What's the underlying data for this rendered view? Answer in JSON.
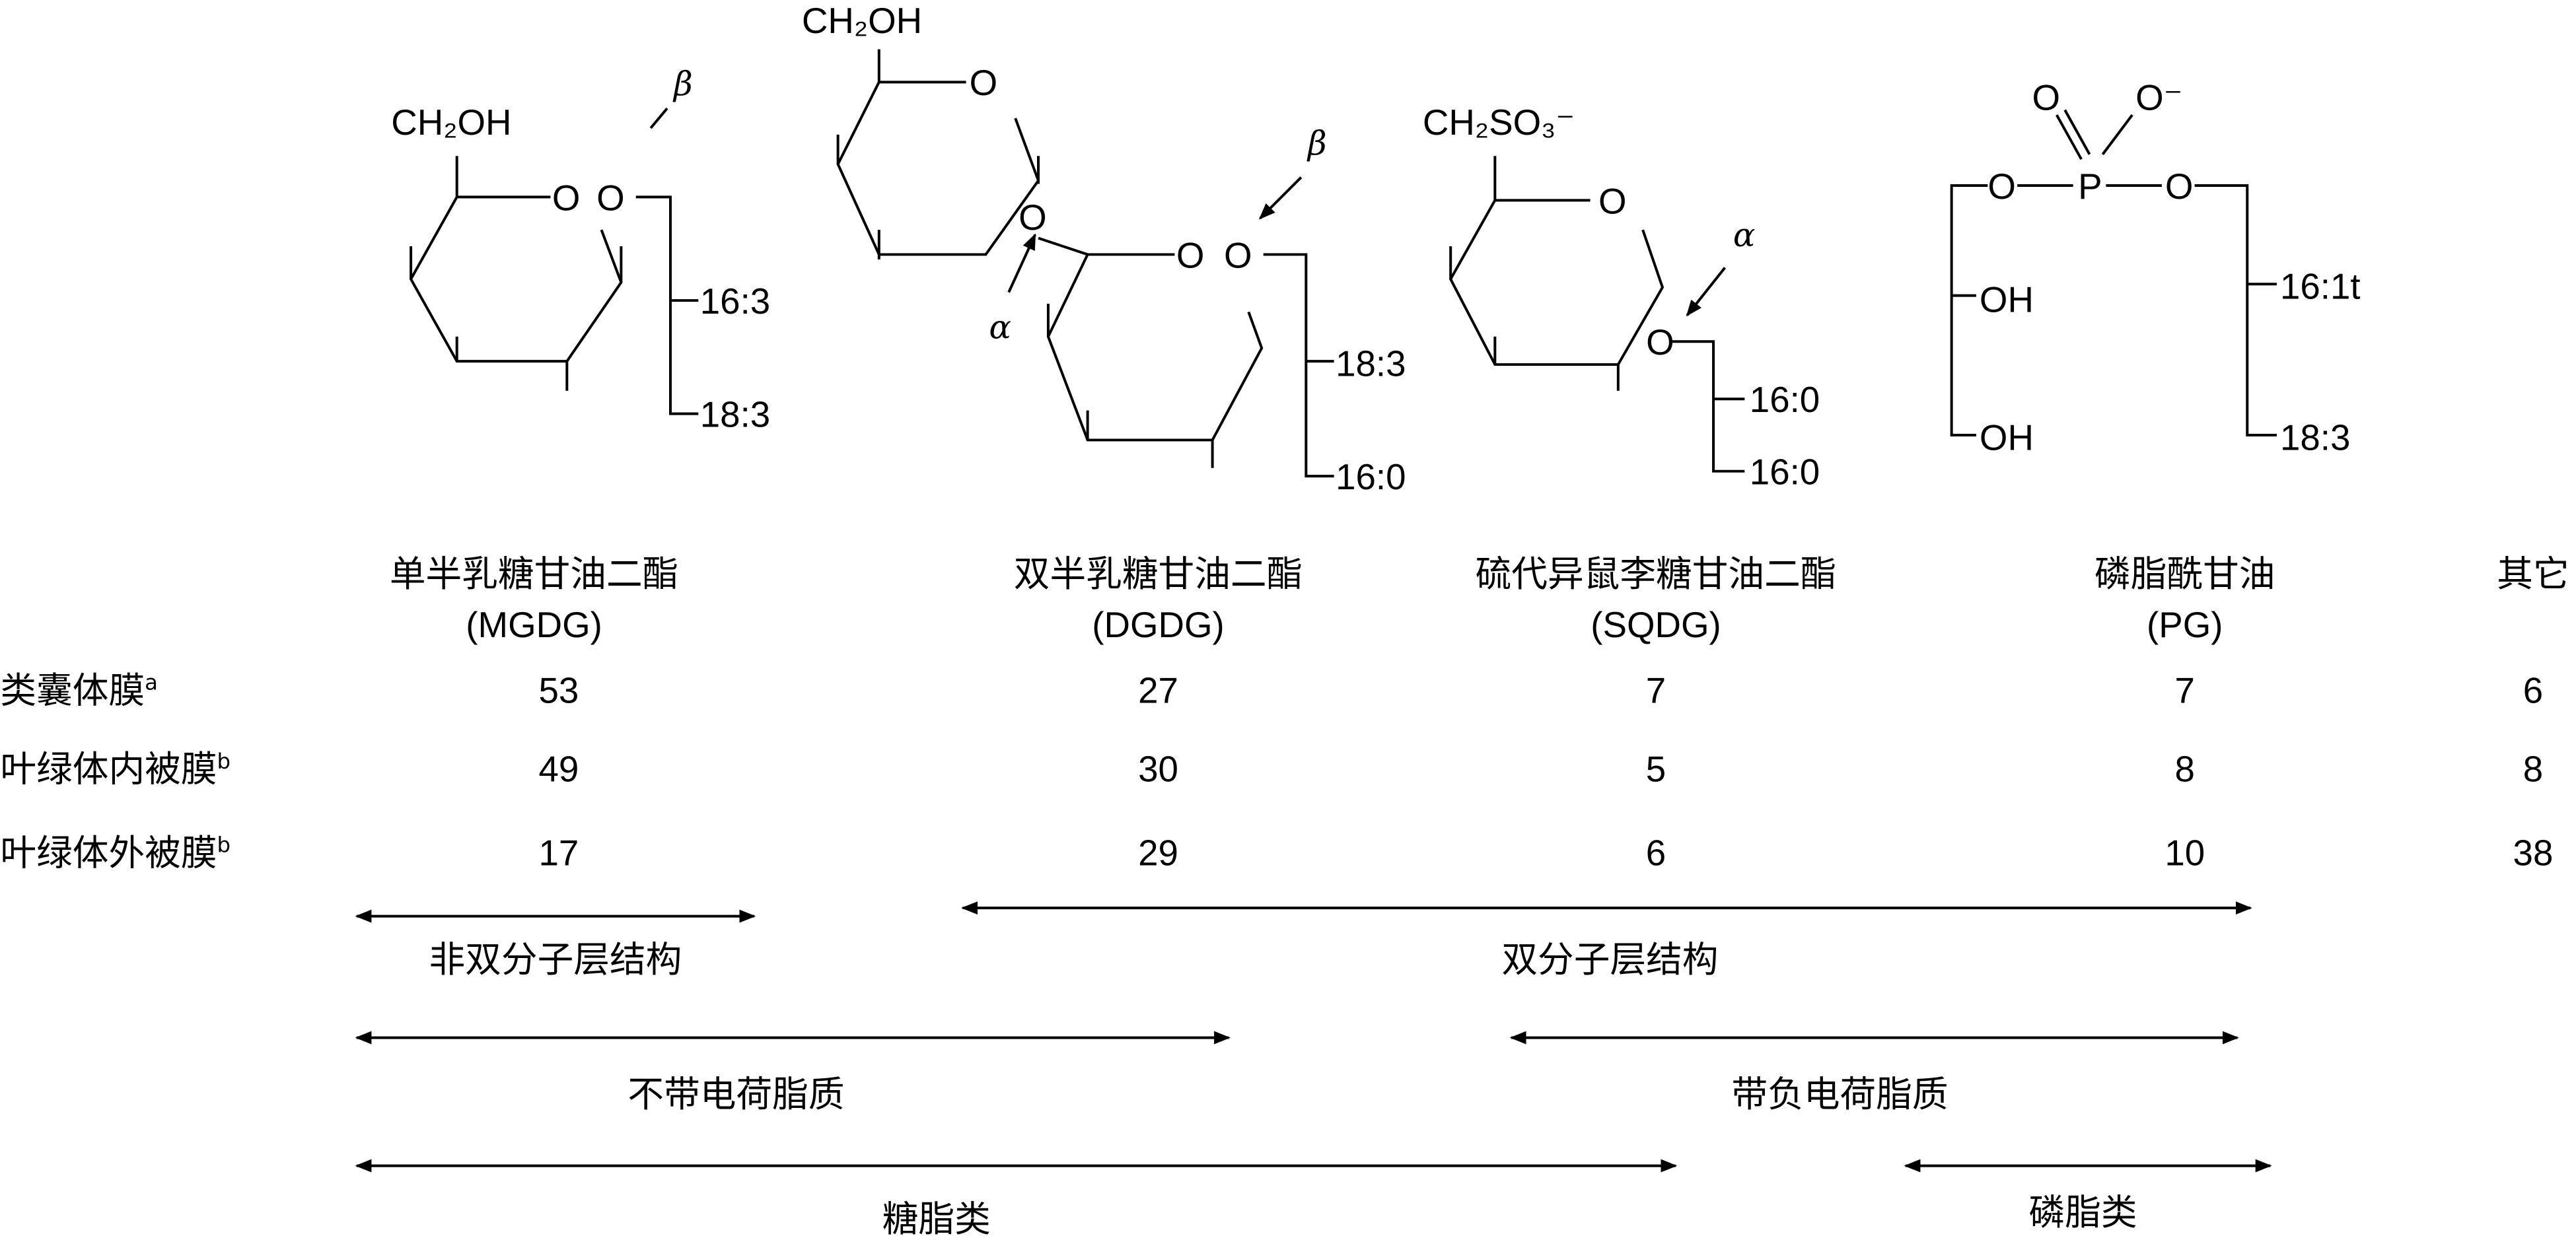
{
  "structures": {
    "mgdg": {
      "group": "CH₂OH",
      "ring_o": "O",
      "link_o": "O",
      "anomer": "β",
      "chains": [
        "16:3",
        "18:3"
      ]
    },
    "dgdg": {
      "group": "CH₂OH",
      "ring_o_top": "O",
      "link_o_mid": "O",
      "ring_o": "O",
      "link_o": "O",
      "anomer_inner": "α",
      "anomer_outer": "β",
      "chains": [
        "18:3",
        "16:0"
      ]
    },
    "sqdg": {
      "group": "CH₂SO₃⁻",
      "ring_o": "O",
      "link_o": "O",
      "anomer": "α",
      "chains": [
        "16:0",
        "16:0"
      ]
    },
    "pg": {
      "o_double": "O",
      "o_minus": "O⁻",
      "p": "P",
      "o_left": "O",
      "o_right": "O",
      "oh1": "OH",
      "oh2": "OH",
      "chains": [
        "16:1t",
        "18:3"
      ]
    }
  },
  "columns": [
    {
      "name": "单半乳糖甘油二酯",
      "abbr": "(MGDG)"
    },
    {
      "name": "双半乳糖甘油二酯",
      "abbr": "(DGDG)"
    },
    {
      "name": "硫代异鼠李糖甘油二酯",
      "abbr": "(SQDG)"
    },
    {
      "name": "磷脂酰甘油",
      "abbr": "(PG)"
    },
    {
      "name": "其它",
      "abbr": ""
    }
  ],
  "rows": [
    {
      "label": "类囊体膜",
      "note": "a",
      "values": [
        "53",
        "27",
        "7",
        "7",
        "6"
      ]
    },
    {
      "label": "叶绿体内被膜",
      "note": "b",
      "values": [
        "49",
        "30",
        "5",
        "8",
        "8"
      ]
    },
    {
      "label": "叶绿体外被膜",
      "note": "b",
      "values": [
        "17",
        "29",
        "6",
        "10",
        "38"
      ]
    }
  ],
  "ranges": {
    "non_bilayer": "非双分子层结构",
    "bilayer": "双分子层结构",
    "uncharged": "不带电荷脂质",
    "negative": "带负电荷脂质",
    "glycolipids": "糖脂类",
    "phospholipids": "磷脂类"
  }
}
